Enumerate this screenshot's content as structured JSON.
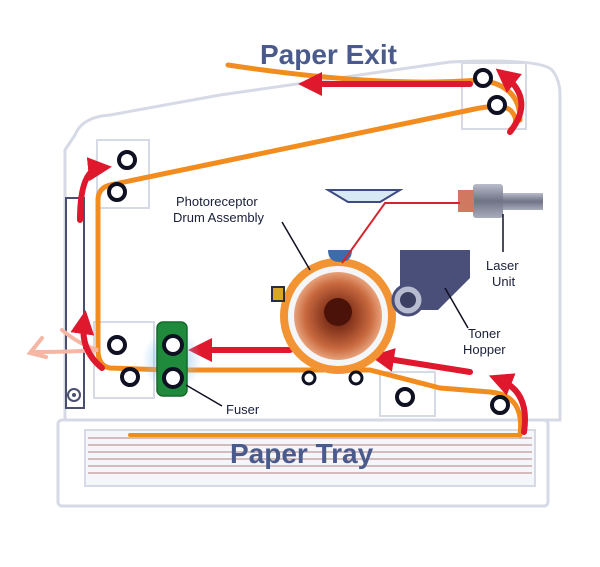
{
  "diagram": {
    "labels": {
      "paper_exit": "Paper Exit",
      "paper_tray": "Paper Tray",
      "photoreceptor_line1": "Photoreceptor",
      "photoreceptor_line2": "Drum Assembly",
      "laser_line1": "Laser",
      "laser_line2": "Unit",
      "toner_line1": "Toner",
      "toner_line2": "Hopper",
      "fuser": "Fuser"
    },
    "colors": {
      "paper_path": "#f28c1e",
      "arrow": "#e0182d",
      "outline": "#d6dae6",
      "title_text": "#4a5a8c",
      "drum": "#f29433",
      "fuser": "#1f8a3c",
      "toner": "#4a4f7a",
      "laser": "#7a8092"
    }
  }
}
